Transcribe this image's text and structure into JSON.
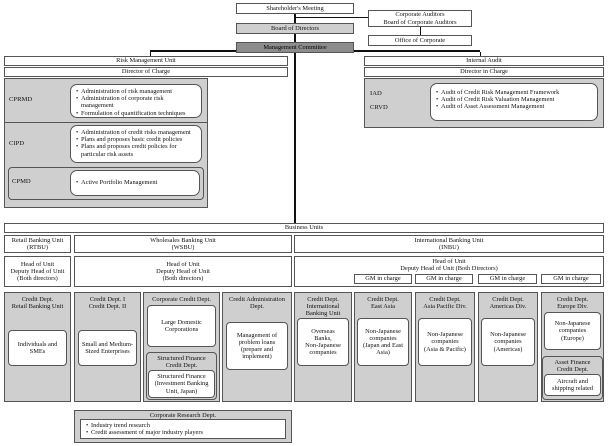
{
  "top": {
    "shareholders": "Shareholder's Meeting",
    "board": "Board of Directors",
    "management": "Management Committee",
    "auditors": "Corporate Auditors\nBoard of Corporate Auditors",
    "office": "Office of Corporate"
  },
  "rmu": {
    "title": "Risk Management Unit",
    "director": "Director of Charge",
    "cprmd": {
      "label": "CPRMD",
      "items": [
        "Administration of risk management",
        "Administration of corporate risk management",
        "Formulation of quantification techniques"
      ]
    },
    "cipd": {
      "label": "CIPD",
      "items": [
        "Administration of credit risks management",
        "Plans and proposes basic credit policies",
        "Plans and proposes credit policies for particular risk assets"
      ]
    },
    "cpmd": {
      "label": "CPMD",
      "items": [
        "Active Portfolio Management"
      ]
    }
  },
  "ia": {
    "title": "Internal Audit",
    "director": "Director in Charge",
    "iad": "IAD",
    "crvd": "CRVD",
    "items": [
      "Audit of Credit Risk Management Framework",
      "Audit of Credit Risk Valuation Management",
      "Audit of Asset Assessment Management"
    ]
  },
  "bu": {
    "title": "Business Units",
    "rtbu": {
      "title": "Retail Banking Unit\n(RTBU)",
      "head": "Head of Unit\nDeputy Head of Unit\n(Both directors)",
      "dept": "Credit Dept.\nRetail Banking Unit",
      "clients": "Individuals and\nSMEs"
    },
    "wsbu": {
      "title": "Wholesales Banking Unit\n(WSBU)",
      "head": "Head of Unit\nDeputy Head of Unit\n(Both directors)",
      "dept1": "Credit Dept. I\nCredit Dept. II",
      "clients1": "Small and Medium-\nSized Enterprises",
      "corp_dept": "Corporate Credit Dept.",
      "corp_clients": "Large Domestic\nCorporations",
      "sf_dept": "Structured Finance\nCredit Dept.",
      "sf_clients": "Structured Finance\n(Investment Banking\nUnit, Japan)",
      "admin_dept": "Credit Administration\nDept.",
      "admin_clients": "Management of\nproblem loans\n(prepare and\nimplement)"
    },
    "inbu": {
      "title": "International Banking Unit\n(INBU)",
      "head": "Head of Unit\nDeputy Head of Unit (Both Directors)",
      "gm": "GM in charge",
      "depts": [
        {
          "name": "Credit Dept.\nInternational\nBanking Unit",
          "clients": "Overseas\nBanks,\nNon-Japanese\ncompanies"
        },
        {
          "name": "Credit Dept.\nEast Asia",
          "clients": "Non-Japanese\ncompanies\n(Japan and East\nAsia)"
        },
        {
          "name": "Credit Dept.\nAsia Pacific Div.",
          "clients": "Non-Japanese\ncompanies\n(Asia & Pacific)"
        },
        {
          "name": "Credit Dept.\nAmericas Div.",
          "clients": "Non-Japanese\ncompanies\n(Americas)"
        },
        {
          "name": "Credit Dept.\nEurope Div.",
          "clients": "Non-Japanese\ncompanies\n(Europe)"
        }
      ],
      "af_dept": "Asset Finance\nCredit Dept.",
      "af_clients": "Aircraft and\nshipping related"
    }
  },
  "research": {
    "title": "Corporate Research Dept.",
    "items": [
      "Industry trend research",
      "Credit assessment of major industry players"
    ]
  }
}
